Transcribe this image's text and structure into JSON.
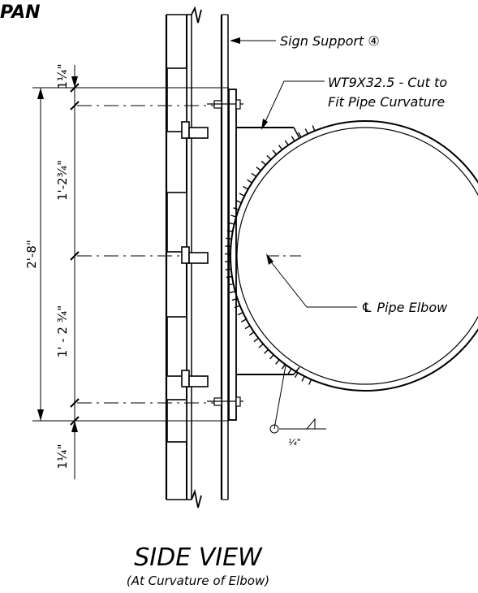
{
  "header": {
    "partial_title": "PAN"
  },
  "labels": {
    "sign_support": "Sign Support ④",
    "wt_line1": "WT9X32.5 - Cut to",
    "wt_line2": "Fit Pipe Curvature",
    "pipe_elbow": "℄ Pipe Elbow"
  },
  "dimensions": {
    "top_gap": "1¼\"",
    "upper_span": "1'-2¾\"",
    "overall": "2'-8\"",
    "lower_span": "1' - 2 ¾\"",
    "bottom_gap": "1¼\""
  },
  "weld": {
    "size": "¼\""
  },
  "title": {
    "main": "SIDE VIEW",
    "subtitle": "(At Curvature of Elbow)"
  }
}
